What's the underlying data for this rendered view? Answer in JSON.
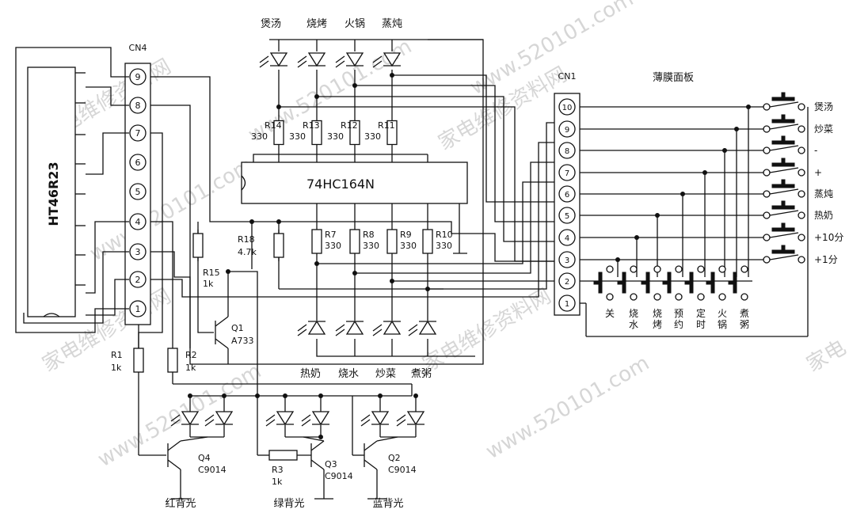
{
  "watermark": {
    "site": "www.520101.com",
    "cn": "家电维修资料网",
    "short": "家电"
  },
  "mcu": {
    "label": "HT46R23"
  },
  "cn4": {
    "label": "CN4",
    "pins": [
      "9",
      "8",
      "7",
      "6",
      "5",
      "4",
      "3",
      "2",
      "1"
    ]
  },
  "cn1": {
    "label": "CN1",
    "pins": [
      "10",
      "9",
      "8",
      "7",
      "6",
      "5",
      "4",
      "3",
      "2",
      "1"
    ]
  },
  "ic": {
    "label": "74HC164N"
  },
  "panel": {
    "title": "薄膜面板"
  },
  "top_leds": [
    "煲汤",
    "烧烤",
    "火锅",
    "蒸炖"
  ],
  "bottom_leds": [
    "热奶",
    "烧水",
    "炒菜",
    "煮粥"
  ],
  "top_resistors": [
    {
      "name": "R14",
      "value": "330"
    },
    {
      "name": "R13",
      "value": "330"
    },
    {
      "name": "R12",
      "value": "330"
    },
    {
      "name": "R11",
      "value": "330"
    }
  ],
  "bottom_resistors": [
    {
      "name": "R7",
      "value": "330"
    },
    {
      "name": "R8",
      "value": "330"
    },
    {
      "name": "R9",
      "value": "330"
    },
    {
      "name": "R10",
      "value": "330"
    }
  ],
  "r18": {
    "name": "R18",
    "value": "4.7k"
  },
  "r15": {
    "name": "R15",
    "value": "1k"
  },
  "r1": {
    "name": "R1",
    "value": "1k"
  },
  "r2": {
    "name": "R2",
    "value": "1k"
  },
  "r3": {
    "name": "R3",
    "value": "1k"
  },
  "q1": {
    "name": "Q1",
    "type": "A733"
  },
  "q2": {
    "name": "Q2",
    "type": "C9014"
  },
  "q3": {
    "name": "Q3",
    "type": "C9014"
  },
  "q4": {
    "name": "Q4",
    "type": "C9014"
  },
  "backlights": {
    "red": "红背光",
    "green": "绿背光",
    "blue": "蓝背光"
  },
  "right_keys": [
    "煲汤",
    "炒菜",
    "-",
    "+",
    "蒸炖",
    "热奶",
    "+10分",
    "+1分"
  ],
  "bottom_keys": [
    [
      "关"
    ],
    [
      "烧",
      "水"
    ],
    [
      "烧",
      "烤"
    ],
    [
      "预",
      "约"
    ],
    [
      "定",
      "时"
    ],
    [
      "火",
      "锅"
    ],
    [
      "煮",
      "粥"
    ]
  ]
}
